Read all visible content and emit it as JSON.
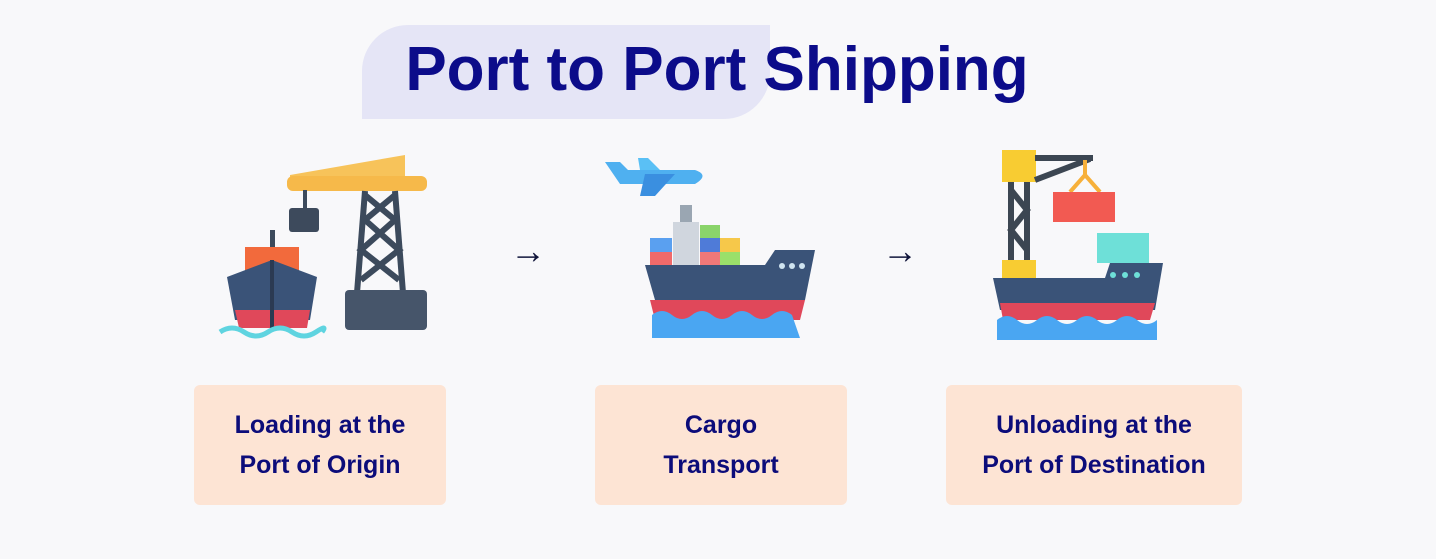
{
  "title": "Port to Port Shipping",
  "steps": [
    {
      "line1": "Loading at the",
      "line2": "Port of Origin",
      "icon": "crane-loading-ship-icon"
    },
    {
      "line1": "Cargo",
      "line2": "Transport",
      "icon": "cargo-ship-airplane-icon"
    },
    {
      "line1": "Unloading at the",
      "line2": "Port of Destination",
      "icon": "crane-unloading-ship-icon"
    }
  ],
  "arrow_icon": "arrow-right-icon",
  "colors": {
    "title": "#0c0c8a",
    "pill": "#e5e5f6",
    "card": "#fde4d4",
    "background": "#f8f8fa"
  }
}
